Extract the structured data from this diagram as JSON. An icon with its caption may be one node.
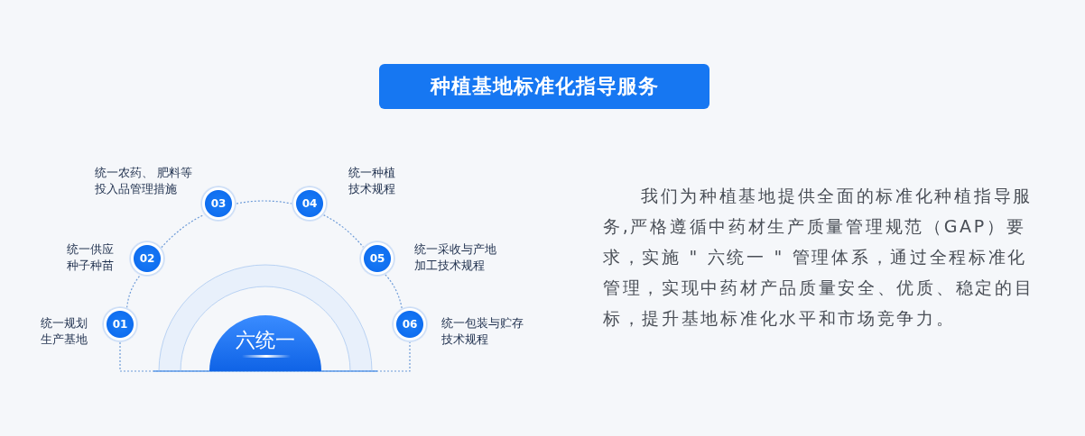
{
  "diagram": {
    "title": "种植基地标准化指导服务",
    "nodes": [
      {
        "text": [
          "六统一"
        ]
      },
      {
        "text": [
          "01"
        ],
        "beside": [
          "统一规划生产基地"
        ]
      },
      {
        "text": [
          "02"
        ],
        "beside": [
          "统一供应种子种苗"
        ]
      },
      {
        "text": [
          "03"
        ],
        "beside": [
          "统一农药、 肥料等投入品管理措施"
        ]
      },
      {
        "text": [
          "04"
        ],
        "beside": [
          "统一种植技术规程"
        ]
      },
      {
        "text": [
          "05"
        ],
        "beside": [
          "统一采收与产地加工技术规程"
        ]
      },
      {
        "text": [
          "06"
        ],
        "beside": [
          "统一包装与贮存技术规程"
        ]
      }
    ],
    "edges": [
      {
        "from": 1,
        "to": 2,
        "arrow": "none",
        "style": "dashed"
      },
      {
        "from": 2,
        "to": 3,
        "arrow": "none",
        "style": "dashed"
      },
      {
        "from": 3,
        "to": 4,
        "arrow": "none",
        "style": "dashed"
      },
      {
        "from": 4,
        "to": 5,
        "arrow": "none",
        "style": "dashed"
      },
      {
        "from": 5,
        "to": 6,
        "arrow": "none",
        "style": "dashed"
      },
      {
        "from": 1,
        "to": 6,
        "arrow": "none",
        "style": "dashed"
      }
    ],
    "labels": [
      "我们为种植基地提供全面的标准化种植指导服务,严格遵循中药材生产质量管理规范（GAP）要求，实施 \" 六统一 \" 管理体系，通过全程标准化管理，实现中药材产品质量安全、优质、稳定的目标，提升基地标准化水平和市场竞争力。"
    ]
  }
}
